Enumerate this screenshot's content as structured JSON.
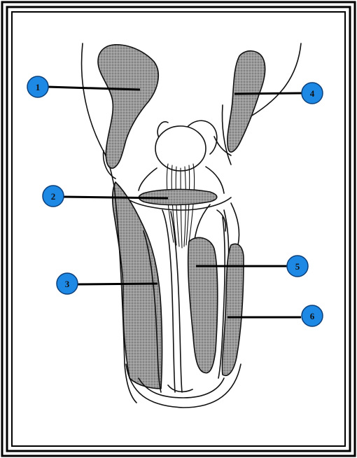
{
  "diagram": {
    "labels": [
      {
        "id": "1",
        "text": "1"
      },
      {
        "id": "2",
        "text": "2"
      },
      {
        "id": "3",
        "text": "3"
      },
      {
        "id": "4",
        "text": "4"
      },
      {
        "id": "5",
        "text": "5"
      },
      {
        "id": "6",
        "text": "6"
      }
    ]
  },
  "colors": {
    "marker_fill": "#1e88e5",
    "marker_stroke": "#0b3f7a",
    "shading": "#8f8f8f",
    "line": "#111111",
    "border": "#000000",
    "page": "#ffffff"
  }
}
